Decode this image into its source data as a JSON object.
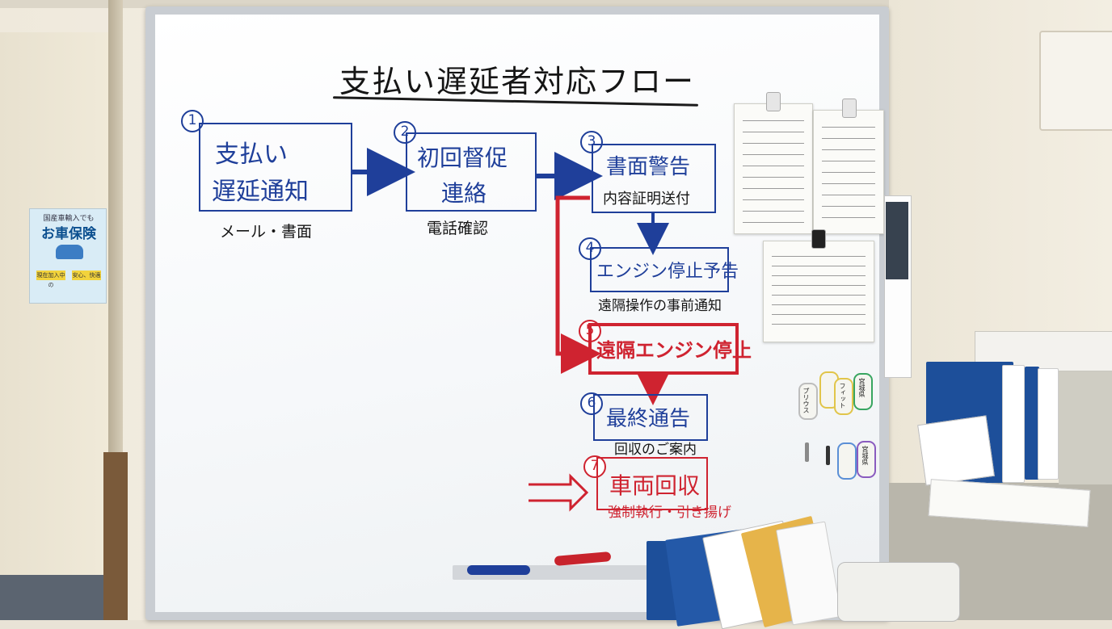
{
  "board": {
    "title": "支払い遅延者対応フロー",
    "steps": [
      {
        "num": "1",
        "line1": "支払い",
        "line2": "遅延通知",
        "sub": "メール・書面",
        "color": "blue"
      },
      {
        "num": "2",
        "line1": "初回督促",
        "line2": "連絡",
        "sub": "電話確認",
        "color": "blue"
      },
      {
        "num": "3",
        "line1": "書面警告",
        "line2": "内容証明送付",
        "sub": "",
        "color": "blue"
      },
      {
        "num": "4",
        "line1": "エンジン停止予告",
        "line2": "",
        "sub": "遠隔操作の事前通知",
        "color": "blue"
      },
      {
        "num": "5",
        "line1": "遠隔エンジン停止",
        "line2": "",
        "sub": "",
        "color": "red"
      },
      {
        "num": "6",
        "line1": "最終通告",
        "line2": "",
        "sub": "回収のご案内",
        "color": "blue"
      },
      {
        "num": "7",
        "line1": "車両回収",
        "line2": "",
        "sub": "強制執行・引き揚げ",
        "color": "red"
      }
    ]
  },
  "poster": {
    "line1": "国産車輸入でも",
    "title": "お車保険",
    "sign_a": "現在加入中の",
    "sign_b": "安心、快適"
  },
  "key_tags": [
    "プリウス",
    "フィット",
    "",
    "",
    "宮城県",
    "宮城県"
  ],
  "colors": {
    "blue_ink": "#1f3f9a",
    "red_ink": "#cf2330",
    "board": "#ffffff",
    "wall": "#efe9dc"
  }
}
